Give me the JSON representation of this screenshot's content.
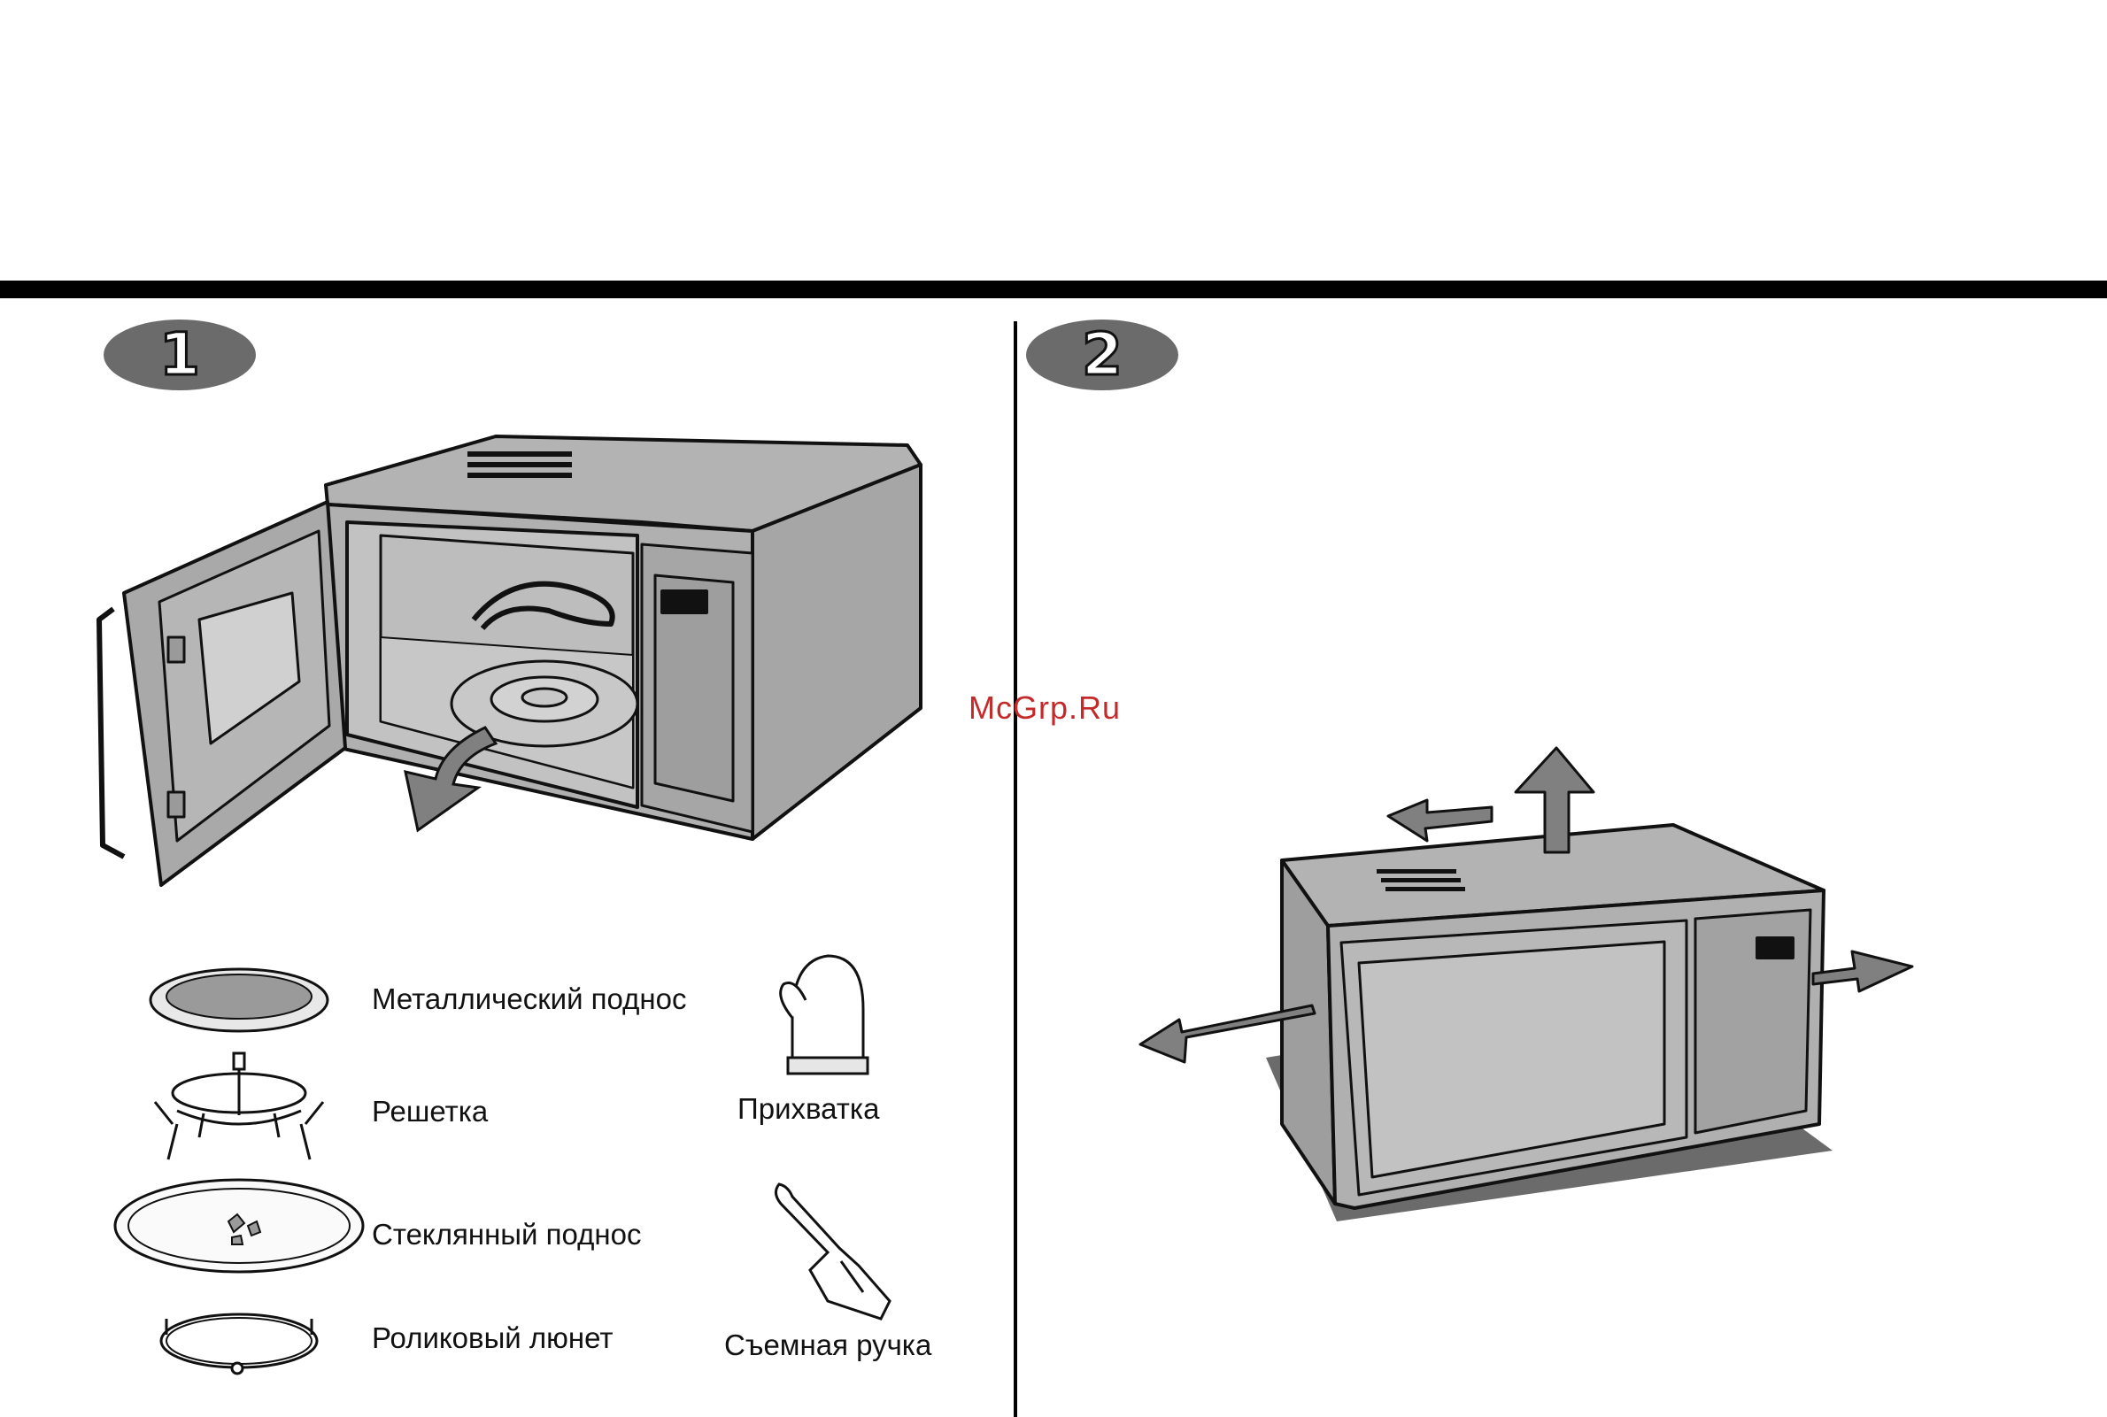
{
  "steps": [
    {
      "number": "1"
    },
    {
      "number": "2"
    }
  ],
  "accessories": {
    "metal_tray": "Металлический поднос",
    "rack": "Решетка",
    "glass_tray": "Стеклянный поднос",
    "roller_ring": "Роликовый люнет",
    "oven_mitt": "Прихватка",
    "removable_handle": "Съемная ручка"
  },
  "watermark": "McGrp.Ru",
  "colors": {
    "body_gray": "#a9a9a9",
    "arrow_gray": "#808080",
    "shadow_gray": "#6b6b6b",
    "watermark_red": "#c42a2a"
  }
}
